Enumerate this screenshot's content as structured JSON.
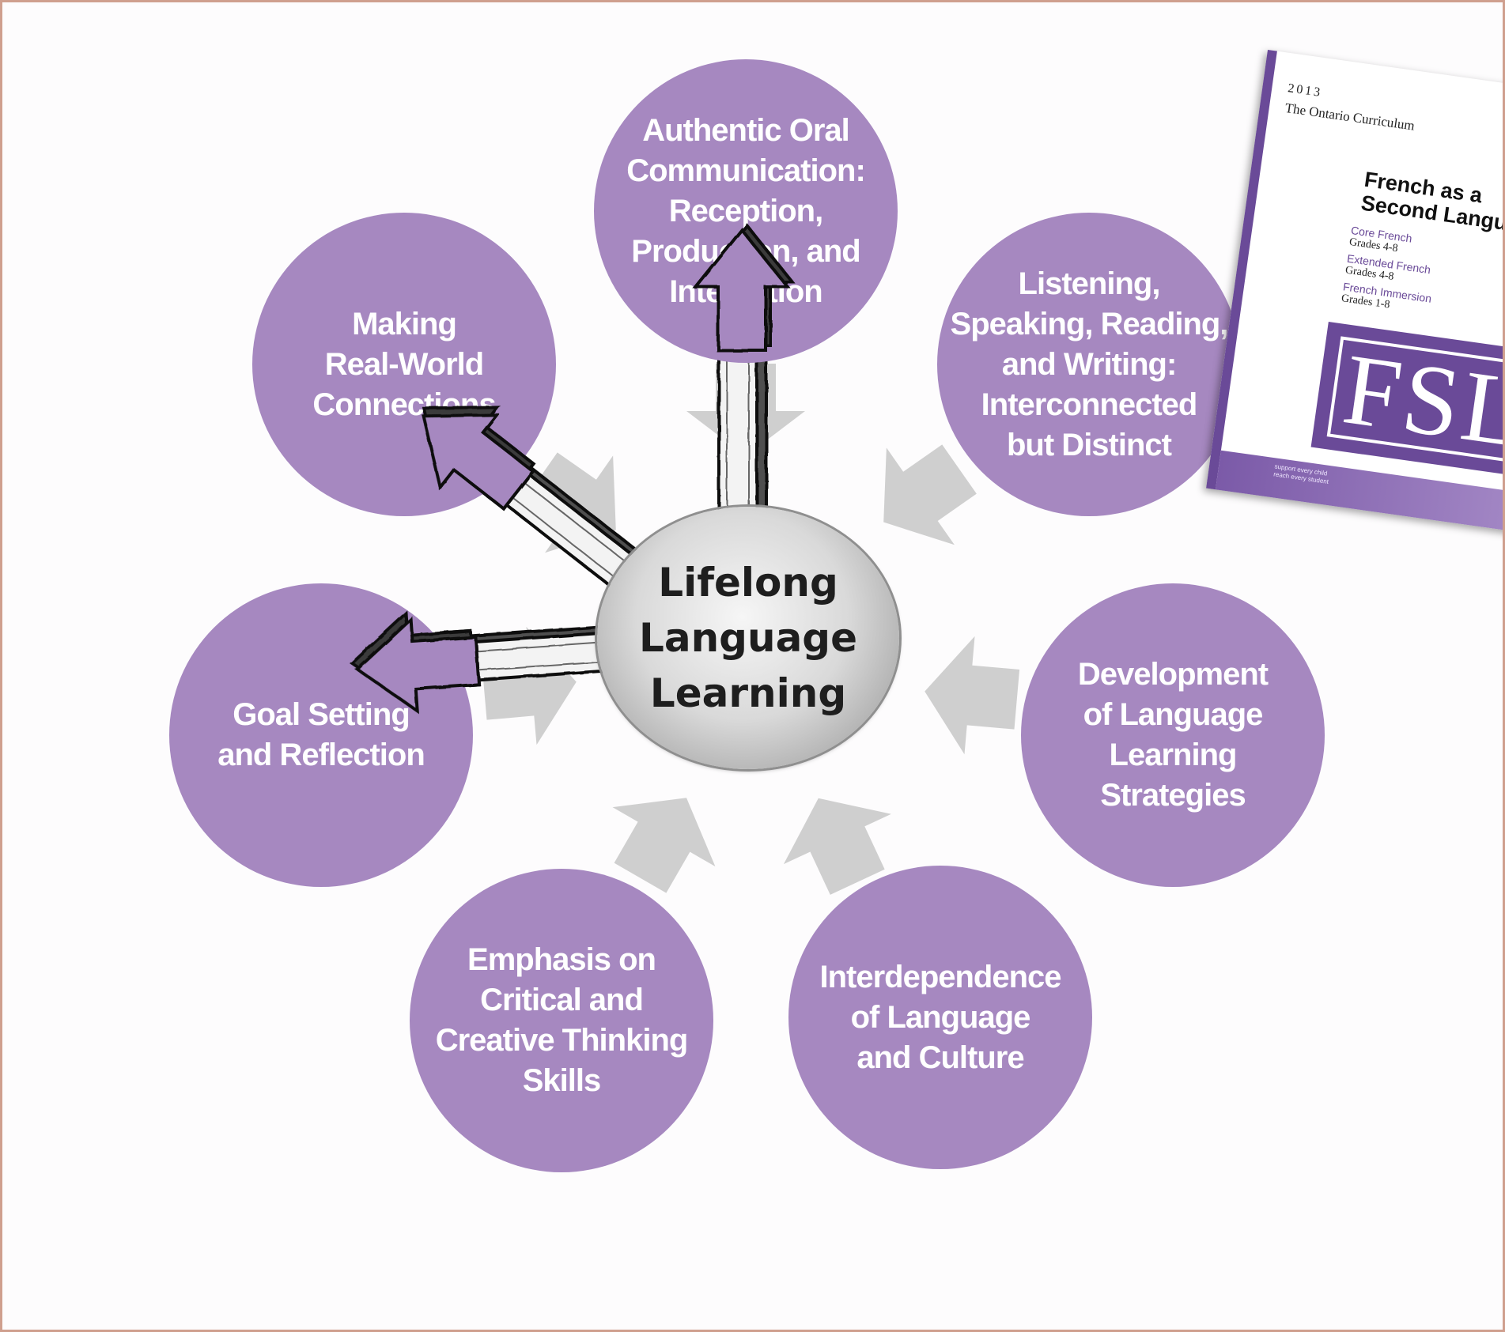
{
  "diagram": {
    "center": {
      "label": "Lifelong\nLanguage\nLearning"
    },
    "nodes": [
      {
        "id": "authentic-oral-communication",
        "label": "Authentic Oral\nCommunication:\nReception,\nProduction, and\nInteraction"
      },
      {
        "id": "listening-speaking-reading-writing",
        "label": "Listening,\nSpeaking, Reading,\nand Writing:\nInterconnected\nbut Distinct"
      },
      {
        "id": "language-learning-strategies",
        "label": "Development\nof Language\nLearning\nStrategies"
      },
      {
        "id": "language-and-culture",
        "label": "Interdependence\nof Language\nand Culture"
      },
      {
        "id": "critical-creative-thinking",
        "label": "Emphasis on\nCritical and\nCreative Thinking\nSkills"
      },
      {
        "id": "goal-setting-reflection",
        "label": "Goal Setting\nand Reflection"
      },
      {
        "id": "real-world-connections",
        "label": "Making\nReal-World\nConnections"
      }
    ],
    "colors": {
      "node_fill": "#a688c0",
      "node_text": "#ffffff",
      "inward_arrow": "#cfcfcf",
      "sketch_arrow_head": "#a688c0",
      "frame_border": "#cf9f8e"
    }
  },
  "document_cover": {
    "year": "2013",
    "series": "The Ontario Curriculum",
    "title": "French as a\nSecond Language",
    "programs": [
      {
        "name": "Core French",
        "grades": "Grades 4-8"
      },
      {
        "name": "Extended French",
        "grades": "Grades 4-8"
      },
      {
        "name": "French Immersion",
        "grades": "Grades 1-8"
      }
    ],
    "logo_text": "FSL",
    "tagline": "support every child\nreach every student",
    "brand_color": "#6a4a98"
  }
}
